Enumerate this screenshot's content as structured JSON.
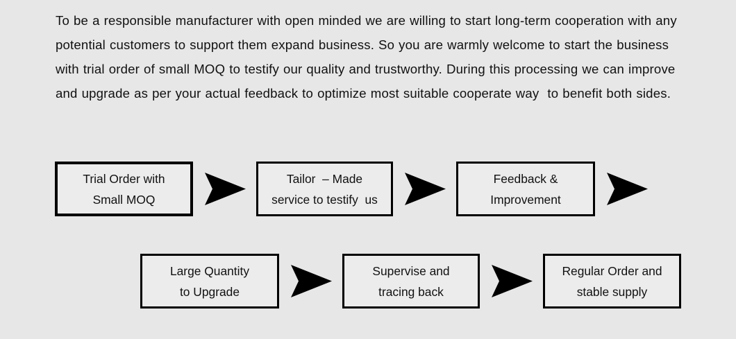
{
  "intro": {
    "paragraph": "To be a responsible manufacturer with open minded we are willing to start long-term cooperation with any potential customers to support them expand business. So you are warmly welcome to start the business with trial order of small MOQ to testify our quality and trustworthy. During this processing we can improve and upgrade as per your actual feedback to optimize most suitable cooperate way  to benefit both sides."
  },
  "flow": {
    "arrow_icon_name": "arrow-right-icon",
    "rows": [
      {
        "id": "row-primary",
        "nodes": [
          {
            "id": "trial-order",
            "line1": "Trial Order with",
            "line2": "Small MOQ"
          },
          {
            "id": "tailor-made",
            "line1": "Tailor  – Made",
            "line2": "service to testify  us"
          },
          {
            "id": "feedback-improvement",
            "line1": "Feedback &",
            "line2": "Improvement"
          }
        ],
        "trailing_arrow": true
      },
      {
        "id": "row-secondary",
        "nodes": [
          {
            "id": "large-quantity",
            "line1": "Large Quantity",
            "line2": "to Upgrade"
          },
          {
            "id": "supervise-tracing",
            "line1": "Supervise and",
            "line2": "tracing back"
          },
          {
            "id": "regular-order",
            "line1": "Regular Order and",
            "line2": "stable supply"
          }
        ],
        "trailing_arrow": false
      }
    ]
  },
  "colors": {
    "page_background": "#e7e7e7",
    "node_fill": "#ececec",
    "node_border": "#000000",
    "text": "#111111",
    "arrow_fill": "#000000"
  }
}
